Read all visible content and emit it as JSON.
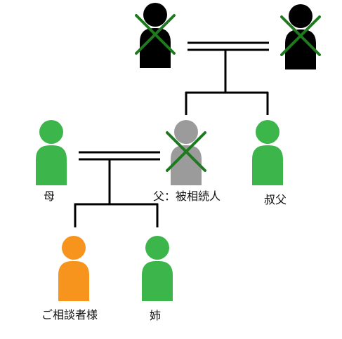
{
  "colors": {
    "deceased_ancestor": "#000000",
    "heir": "#3cb54a",
    "client": "#f7941d",
    "decedent": "#9b9b9b",
    "cross_mark": "#1f7a1f",
    "line": "#000000"
  },
  "people": {
    "grandfather": {
      "label": "",
      "color": "#000000",
      "deceased": true
    },
    "grandmother": {
      "label": "",
      "color": "#000000",
      "deceased": true
    },
    "mother": {
      "label": "母",
      "color": "#3cb54a",
      "deceased": false
    },
    "father": {
      "label": "父：被相続人",
      "color": "#9b9b9b",
      "deceased": true
    },
    "uncle": {
      "label": "叔父",
      "color": "#3cb54a",
      "deceased": false
    },
    "client": {
      "label": "ご相談者様",
      "color": "#f7941d",
      "deceased": false
    },
    "sister": {
      "label": "姉",
      "color": "#3cb54a",
      "deceased": false
    }
  }
}
